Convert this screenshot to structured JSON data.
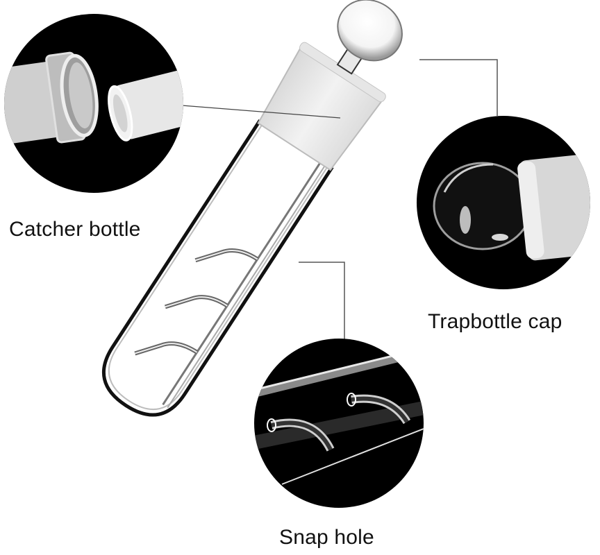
{
  "image": {
    "type": "product-diagram",
    "subject": "glass catcher bottle / trap with ground-glass stopper",
    "background_color": "#ffffff",
    "callout_color": "#000000",
    "line_color": "#555555"
  },
  "callouts": [
    {
      "id": "catcher",
      "label": "Catcher bottle",
      "detail": "frosted ground-glass joint and bottle neck"
    },
    {
      "id": "cap",
      "label": "Trapbottle cap",
      "detail": "glass bulb stopper with frosted joint"
    },
    {
      "id": "snap",
      "label": "Snap hole",
      "detail": "curved side tubes fused onto inner tube"
    }
  ]
}
